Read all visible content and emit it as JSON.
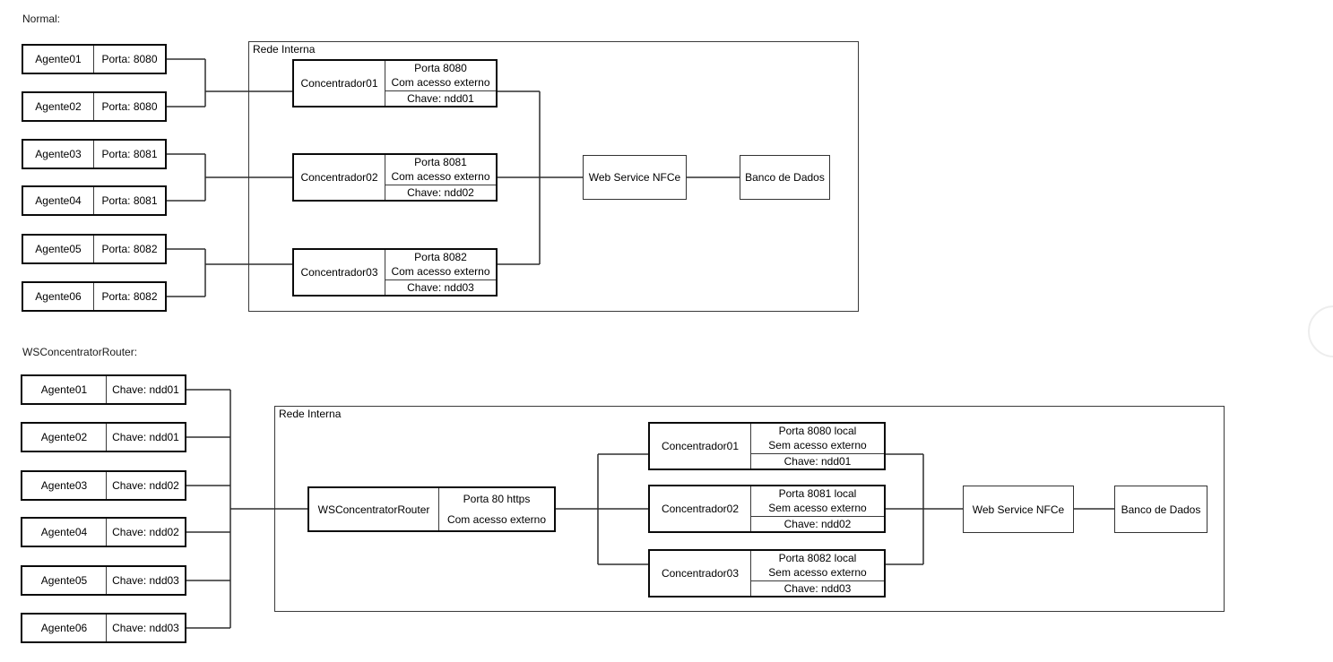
{
  "diagrams": [
    {
      "title": "Normal:",
      "network_label": "Rede Interna",
      "agents": [
        {
          "name": "Agente01",
          "info": "Porta: 8080"
        },
        {
          "name": "Agente02",
          "info": "Porta: 8080"
        },
        {
          "name": "Agente03",
          "info": "Porta: 8081"
        },
        {
          "name": "Agente04",
          "info": "Porta: 8081"
        },
        {
          "name": "Agente05",
          "info": "Porta: 8082"
        },
        {
          "name": "Agente06",
          "info": "Porta: 8082"
        }
      ],
      "concentrators": [
        {
          "name": "Concentrador01",
          "port": "Porta 8080",
          "access": "Com acesso externo",
          "key": "Chave: ndd01"
        },
        {
          "name": "Concentrador02",
          "port": "Porta 8081",
          "access": "Com acesso externo",
          "key": "Chave: ndd02"
        },
        {
          "name": "Concentrador03",
          "port": "Porta 8082",
          "access": "Com acesso externo",
          "key": "Chave: ndd03"
        }
      ],
      "webservice": "Web Service NFCe",
      "database": "Banco de Dados"
    },
    {
      "title": "WSConcentratorRouter:",
      "network_label": "Rede Interna",
      "agents": [
        {
          "name": "Agente01",
          "info": "Chave: ndd01"
        },
        {
          "name": "Agente02",
          "info": "Chave: ndd01"
        },
        {
          "name": "Agente03",
          "info": "Chave: ndd02"
        },
        {
          "name": "Agente04",
          "info": "Chave: ndd02"
        },
        {
          "name": "Agente05",
          "info": "Chave: ndd03"
        },
        {
          "name": "Agente06",
          "info": "Chave: ndd03"
        }
      ],
      "router": {
        "name": "WSConcentratorRouter",
        "port": "Porta 80 https",
        "access": "Com acesso externo"
      },
      "concentrators": [
        {
          "name": "Concentrador01",
          "port": "Porta 8080 local",
          "access": "Sem acesso externo",
          "key": "Chave: ndd01"
        },
        {
          "name": "Concentrador02",
          "port": "Porta 8081 local",
          "access": "Sem acesso externo",
          "key": "Chave: ndd02"
        },
        {
          "name": "Concentrador03",
          "port": "Porta 8082 local",
          "access": "Sem acesso externo",
          "key": "Chave: ndd03"
        }
      ],
      "webservice": "Web Service NFCe",
      "database": "Banco de Dados"
    }
  ],
  "line_color": "#2e2e2e"
}
